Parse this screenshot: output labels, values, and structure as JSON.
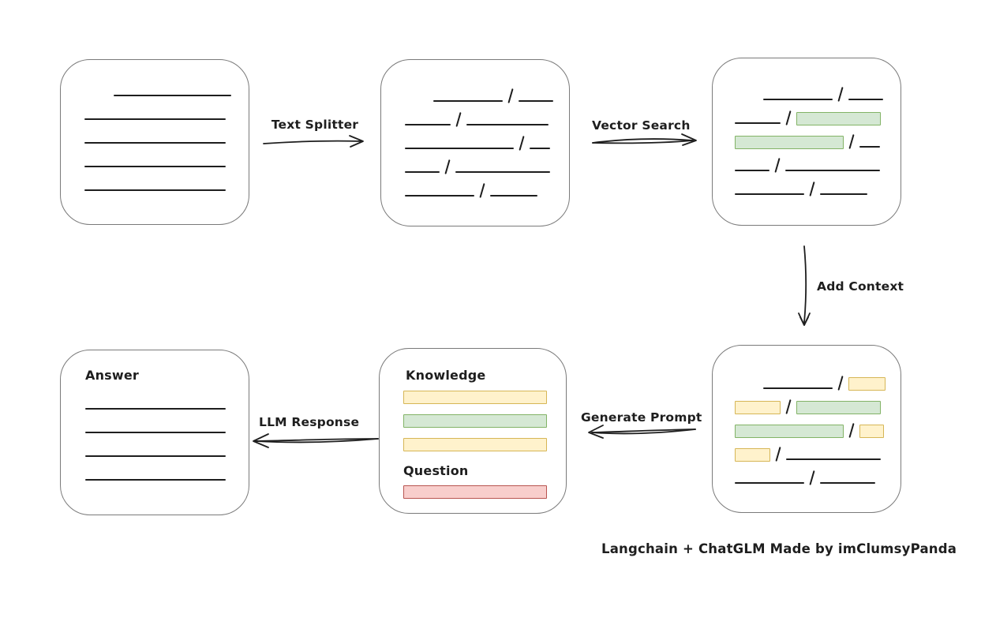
{
  "caption": "Langchain + ChatGLM Made by imClumsyPanda",
  "arrows": {
    "text_splitter": "Text Splitter",
    "vector_search": "Vector Search",
    "add_context": "Add Context",
    "generate_prompt": "Generate Prompt",
    "llm_response": "LLM Response"
  },
  "prompt_box": {
    "knowledge_label": "Knowledge",
    "question_label": "Question"
  },
  "answer_box": {
    "label": "Answer"
  },
  "colors": {
    "line": "#1e1e1e",
    "box_border": "#7a7a7a",
    "green": {
      "fill": "#d5e8d4",
      "stroke": "#82b366"
    },
    "yellow": {
      "fill": "#fff2cc",
      "stroke": "#d6b656"
    },
    "red": {
      "fill": "#f8cecc",
      "stroke": "#b85450"
    }
  },
  "segments": {
    "document": [
      [
        {
          "t": "sp",
          "w": 30
        },
        {
          "t": "line",
          "w": 149
        }
      ],
      [
        {
          "t": "line",
          "w": 179
        }
      ],
      [
        {
          "t": "line",
          "w": 179
        }
      ],
      [
        {
          "t": "line",
          "w": 179
        }
      ],
      [
        {
          "t": "line",
          "w": 179
        }
      ]
    ],
    "chunks": [
      [
        {
          "t": "sp",
          "w": 29
        },
        {
          "t": "line",
          "w": 88
        },
        {
          "t": "slash"
        },
        {
          "t": "line",
          "w": 44
        }
      ],
      [
        {
          "t": "line",
          "w": 58
        },
        {
          "t": "slash"
        },
        {
          "t": "line",
          "w": 104
        }
      ],
      [
        {
          "t": "line",
          "w": 138
        },
        {
          "t": "slash"
        },
        {
          "t": "line",
          "w": 26
        }
      ],
      [
        {
          "t": "line",
          "w": 44
        },
        {
          "t": "slash"
        },
        {
          "t": "line",
          "w": 120
        }
      ],
      [
        {
          "t": "line",
          "w": 88
        },
        {
          "t": "slash"
        },
        {
          "t": "line",
          "w": 60
        }
      ]
    ],
    "retrieved": [
      [
        {
          "t": "sp",
          "w": 29
        },
        {
          "t": "line",
          "w": 88
        },
        {
          "t": "slash"
        },
        {
          "t": "line",
          "w": 44
        }
      ],
      [
        {
          "t": "line",
          "w": 58
        },
        {
          "t": "slash"
        },
        {
          "t": "gbar",
          "w": 107
        }
      ],
      [
        {
          "t": "gbar",
          "w": 138
        },
        {
          "t": "slash"
        },
        {
          "t": "line",
          "w": 26
        }
      ],
      [
        {
          "t": "line",
          "w": 44
        },
        {
          "t": "slash"
        },
        {
          "t": "line",
          "w": 120
        }
      ],
      [
        {
          "t": "line",
          "w": 88
        },
        {
          "t": "slash"
        },
        {
          "t": "line",
          "w": 60
        }
      ]
    ],
    "context": [
      [
        {
          "t": "sp",
          "w": 29
        },
        {
          "t": "line",
          "w": 88
        },
        {
          "t": "slash"
        },
        {
          "t": "ybar",
          "w": 47
        }
      ],
      [
        {
          "t": "ybar",
          "w": 58
        },
        {
          "t": "slash"
        },
        {
          "t": "gbar",
          "w": 107
        }
      ],
      [
        {
          "t": "gbar",
          "w": 138
        },
        {
          "t": "slash"
        },
        {
          "t": "ybar",
          "w": 31
        }
      ],
      [
        {
          "t": "ybar",
          "w": 45
        },
        {
          "t": "slash"
        },
        {
          "t": "line",
          "w": 120
        }
      ],
      [
        {
          "t": "line",
          "w": 88
        },
        {
          "t": "slash"
        },
        {
          "t": "line",
          "w": 70
        }
      ]
    ],
    "knowledge_bars": [
      [
        {
          "t": "ybar",
          "w": 182
        }
      ],
      [
        {
          "t": "gbar",
          "w": 182
        }
      ],
      [
        {
          "t": "ybar",
          "w": 182
        }
      ]
    ],
    "question_bar": [
      [
        {
          "t": "rbar",
          "w": 182
        }
      ]
    ],
    "answer_lines": [
      [
        {
          "t": "line",
          "w": 178
        }
      ],
      [
        {
          "t": "line",
          "w": 178
        }
      ],
      [
        {
          "t": "line",
          "w": 178
        }
      ],
      [
        {
          "t": "line",
          "w": 178
        }
      ]
    ]
  }
}
